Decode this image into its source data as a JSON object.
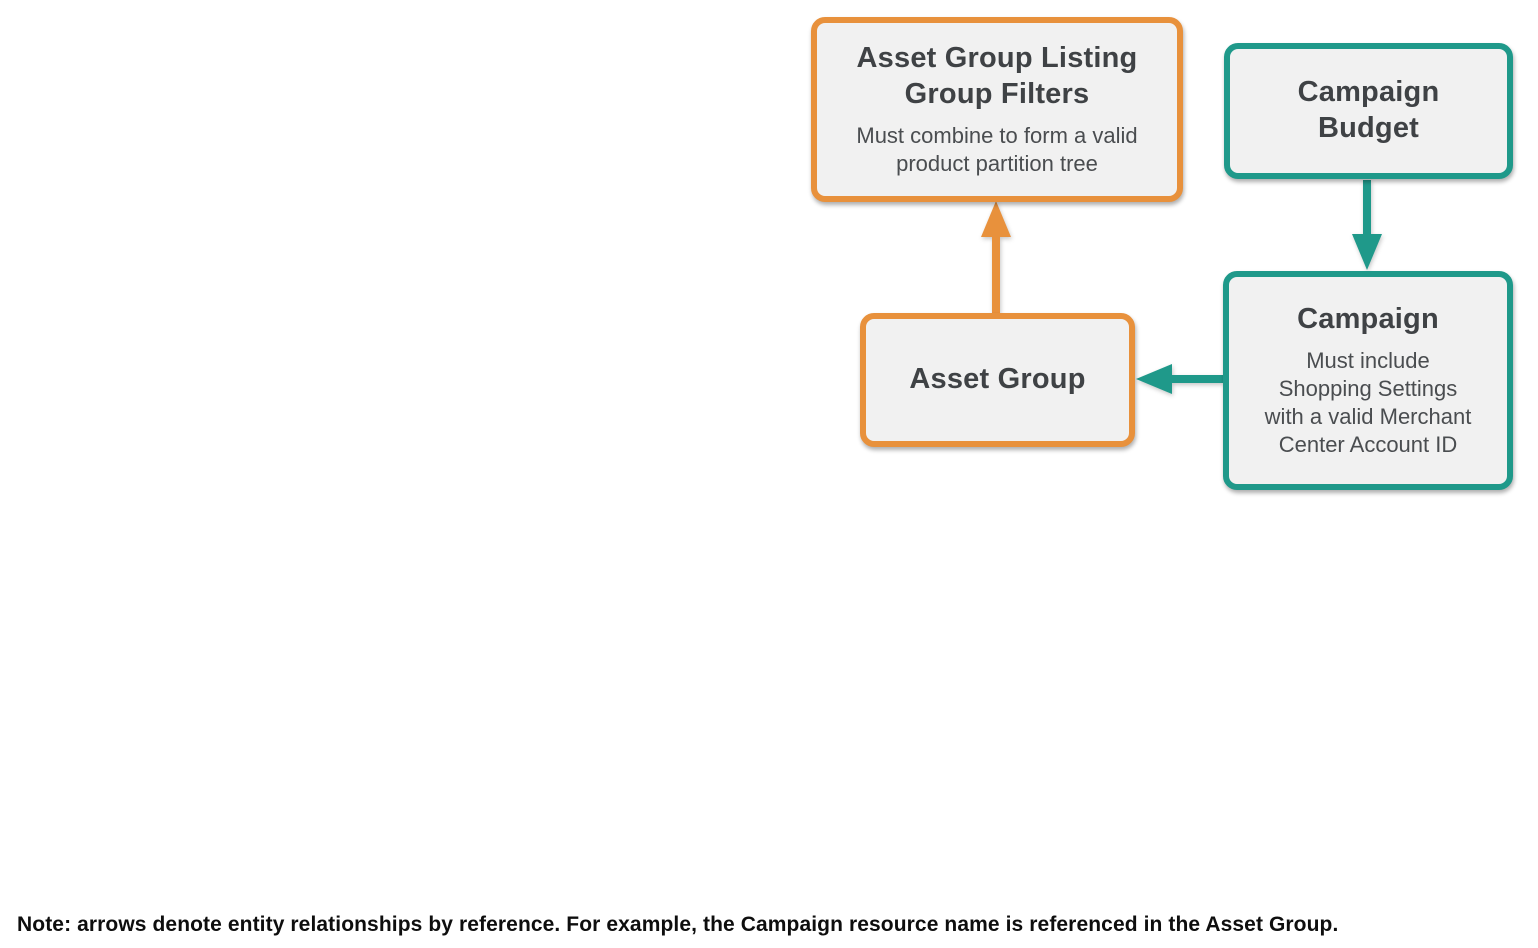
{
  "colors": {
    "orange": "#E8913C",
    "teal": "#1F998A",
    "box-fill": "#F1F1F1",
    "title-text": "#3F4245",
    "subtitle-text": "#4A4D50",
    "note-text": "#0E0E0E"
  },
  "nodes": {
    "asset_group_listing_group_filters": {
      "title": "Asset Group Listing\nGroup Filters",
      "subtitle": "Must combine to form a valid\nproduct partition tree"
    },
    "campaign_budget": {
      "title": "Campaign\nBudget"
    },
    "campaign": {
      "title": "Campaign",
      "subtitle": "Must include\nShopping Settings\nwith a valid Merchant\nCenter Account ID"
    },
    "asset_group": {
      "title": "Asset Group"
    }
  },
  "arrows": [
    {
      "from": "asset_group",
      "to": "asset_group_listing_group_filters",
      "color": "orange",
      "direction": "up"
    },
    {
      "from": "campaign_budget",
      "to": "campaign",
      "color": "teal",
      "direction": "down"
    },
    {
      "from": "campaign",
      "to": "asset_group",
      "color": "teal",
      "direction": "left"
    }
  ],
  "note": "Note: arrows denote entity relationships by reference. For example, the Campaign resource name is referenced in the Asset Group."
}
